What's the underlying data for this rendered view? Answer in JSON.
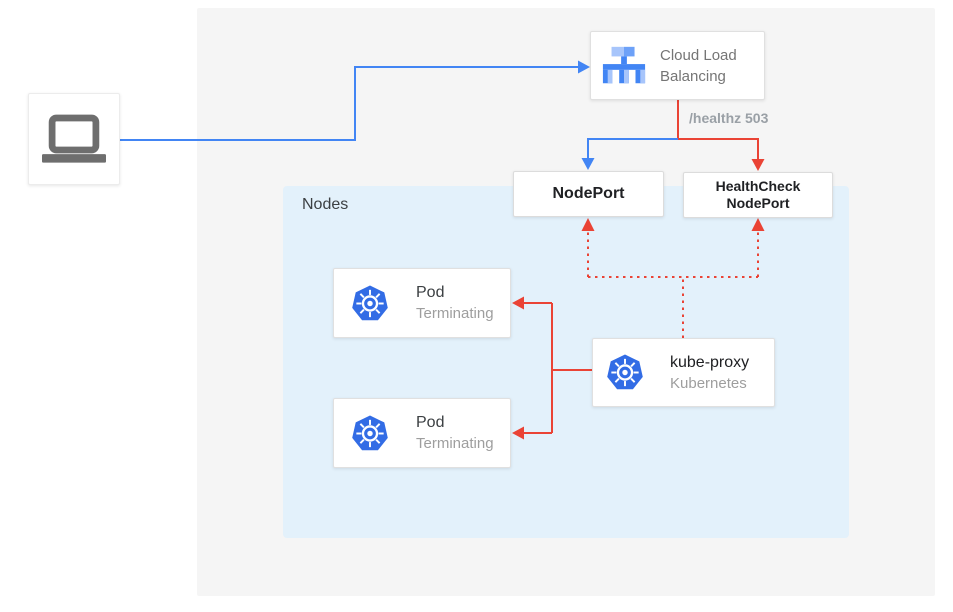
{
  "colors": {
    "traffic_blue": "#4285F4",
    "healthcheck_red": "#EA4335",
    "background_gray": "#F5F5F5",
    "nodes_panel_blue": "#E3F1FB",
    "kubernetes_blue": "#326CE5",
    "text_dark": "#202124",
    "text_gray": "#757575",
    "text_light_gray": "#9AA0A6"
  },
  "client": {
    "icon": "laptop-icon"
  },
  "load_balancer": {
    "label": "Cloud Load Balancing",
    "icon": "cloud-load-balancing-icon"
  },
  "health_check_label": "/healthz 503",
  "node_port": {
    "label": "NodePort"
  },
  "health_check_node_port": {
    "label": "HealthCheck NodePort",
    "line1": "HealthCheck",
    "line2": "NodePort"
  },
  "nodes_panel": {
    "label": "Nodes"
  },
  "pods": [
    {
      "title": "Pod",
      "subtitle": "Terminating",
      "icon": "kubernetes-icon"
    },
    {
      "title": "Pod",
      "subtitle": "Terminating",
      "icon": "kubernetes-icon"
    }
  ],
  "kube_proxy": {
    "title": "kube-proxy",
    "subtitle": "Kubernetes",
    "icon": "kubernetes-icon"
  }
}
